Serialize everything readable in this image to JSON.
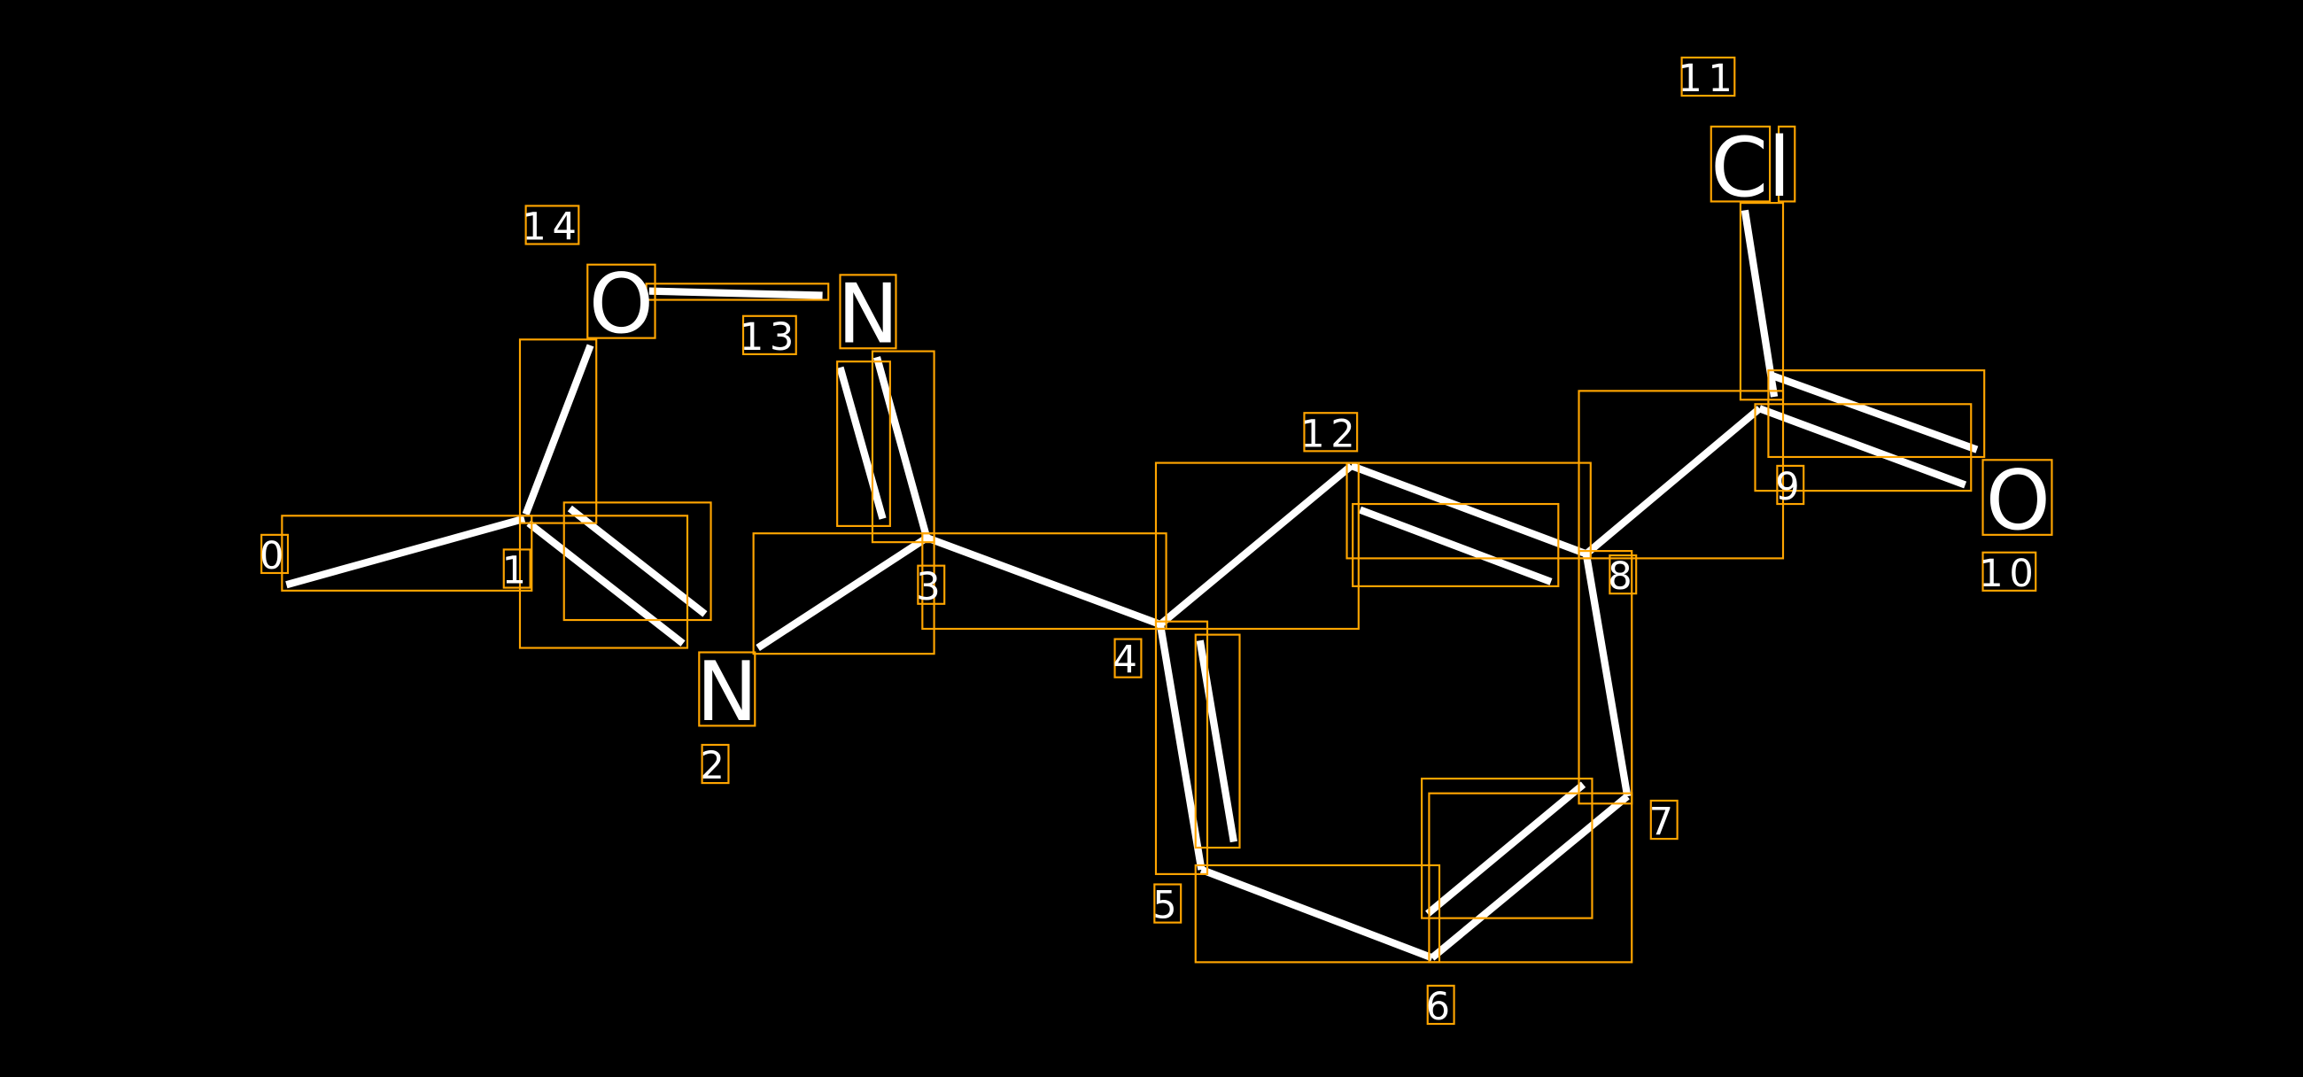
{
  "molecule": {
    "atoms": [
      {
        "index": "0",
        "element": "C"
      },
      {
        "index": "1",
        "element": "C"
      },
      {
        "index": "2",
        "element": "N"
      },
      {
        "index": "3",
        "element": "C"
      },
      {
        "index": "4",
        "element": "C"
      },
      {
        "index": "5",
        "element": "C"
      },
      {
        "index": "6",
        "element": "C"
      },
      {
        "index": "7",
        "element": "C"
      },
      {
        "index": "8",
        "element": "C"
      },
      {
        "index": "9",
        "element": "C"
      },
      {
        "index": "10",
        "element": "O"
      },
      {
        "index": "11",
        "element": "Cl"
      },
      {
        "index": "12",
        "element": "C"
      },
      {
        "index": "13",
        "element": "N"
      },
      {
        "index": "14",
        "element": "O"
      }
    ],
    "bonds": [
      {
        "from": 0,
        "to": 1,
        "order": 1
      },
      {
        "from": 1,
        "to": 2,
        "order": 2
      },
      {
        "from": 1,
        "to": 14,
        "order": 1
      },
      {
        "from": 14,
        "to": 13,
        "order": 1
      },
      {
        "from": 13,
        "to": 3,
        "order": 2
      },
      {
        "from": 3,
        "to": 2,
        "order": 1
      },
      {
        "from": 3,
        "to": 4,
        "order": 1
      },
      {
        "from": 4,
        "to": 12,
        "order": 1
      },
      {
        "from": 12,
        "to": 8,
        "order": 2
      },
      {
        "from": 4,
        "to": 5,
        "order": 2
      },
      {
        "from": 5,
        "to": 6,
        "order": 1
      },
      {
        "from": 6,
        "to": 7,
        "order": 2
      },
      {
        "from": 7,
        "to": 8,
        "order": 1
      },
      {
        "from": 8,
        "to": 9,
        "order": 1
      },
      {
        "from": 9,
        "to": 10,
        "order": 2
      },
      {
        "from": 9,
        "to": 11,
        "order": 1
      }
    ],
    "colors": {
      "background": "#000000",
      "bond": "#ffffff",
      "box": "#ffa500"
    }
  }
}
